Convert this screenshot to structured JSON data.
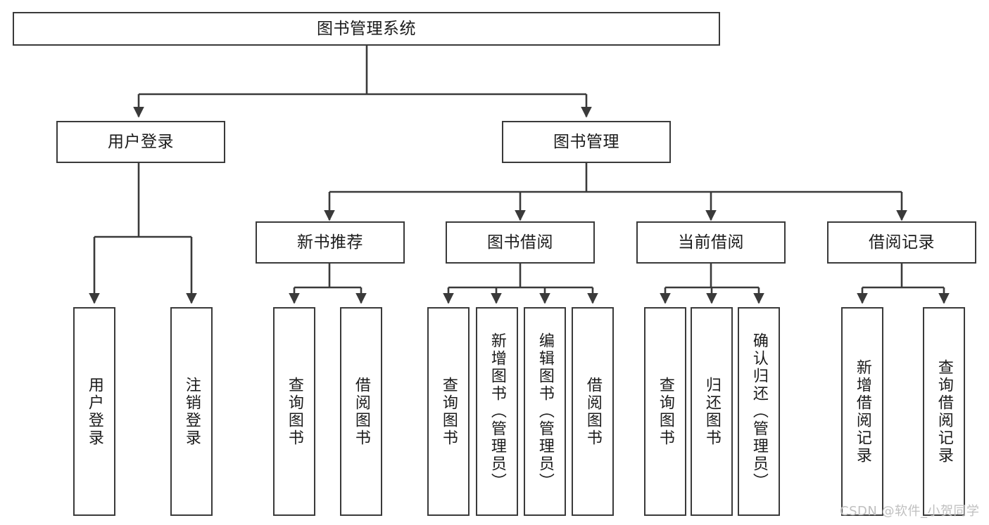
{
  "diagram": {
    "type": "tree",
    "title": "图书管理系统",
    "watermark": "CSDN @软件_小贺同学",
    "colors": {
      "background": "#ffffff",
      "box_border": "#3a3a3a",
      "box_fill": "#ffffff",
      "edge": "#3a3a3a",
      "text": "#1b1b1b",
      "watermark": "#bfbfbf"
    },
    "nodes": {
      "root": {
        "id": "root",
        "label": "图书管理系统",
        "level": 1,
        "orientation": "horizontal"
      },
      "l2": [
        {
          "id": "user-login",
          "label": "用户登录",
          "level": 2,
          "orientation": "horizontal"
        },
        {
          "id": "book-manage",
          "label": "图书管理",
          "level": 2,
          "orientation": "horizontal"
        }
      ],
      "l3": [
        {
          "id": "new-book-rec",
          "label": "新书推荐",
          "level": 3,
          "orientation": "horizontal",
          "parent": "book-manage"
        },
        {
          "id": "book-borrow",
          "label": "图书借阅",
          "level": 3,
          "orientation": "horizontal",
          "parent": "book-manage"
        },
        {
          "id": "current-borrow",
          "label": "当前借阅",
          "level": 3,
          "orientation": "horizontal",
          "parent": "book-manage"
        },
        {
          "id": "borrow-record",
          "label": "借阅记录",
          "level": 3,
          "orientation": "horizontal",
          "parent": "book-manage"
        }
      ],
      "leaves": [
        {
          "id": "leaf-user-login",
          "label": "用户登录",
          "parent": "user-login"
        },
        {
          "id": "leaf-user-logout",
          "label": "注销登录",
          "parent": "user-login"
        },
        {
          "id": "leaf-query-book-1",
          "label": "查询图书",
          "parent": "new-book-rec"
        },
        {
          "id": "leaf-borrow-book-1",
          "label": "借阅图书",
          "parent": "new-book-rec"
        },
        {
          "id": "leaf-query-book-2",
          "label": "查询图书",
          "parent": "book-borrow"
        },
        {
          "id": "leaf-add-book",
          "label": "新增图书（管理员）",
          "parent": "book-borrow"
        },
        {
          "id": "leaf-edit-book",
          "label": "编辑图书（管理员）",
          "parent": "book-borrow"
        },
        {
          "id": "leaf-borrow-book-2",
          "label": "借阅图书",
          "parent": "book-borrow"
        },
        {
          "id": "leaf-query-book-3",
          "label": "查询图书",
          "parent": "current-borrow"
        },
        {
          "id": "leaf-return-book",
          "label": "归还图书",
          "parent": "current-borrow"
        },
        {
          "id": "leaf-confirm-return",
          "label": "确认归还（管理员）",
          "parent": "current-borrow"
        },
        {
          "id": "leaf-add-record",
          "label": "新增借阅记录",
          "parent": "borrow-record"
        },
        {
          "id": "leaf-query-record",
          "label": "查询借阅记录",
          "parent": "borrow-record"
        }
      ]
    }
  }
}
